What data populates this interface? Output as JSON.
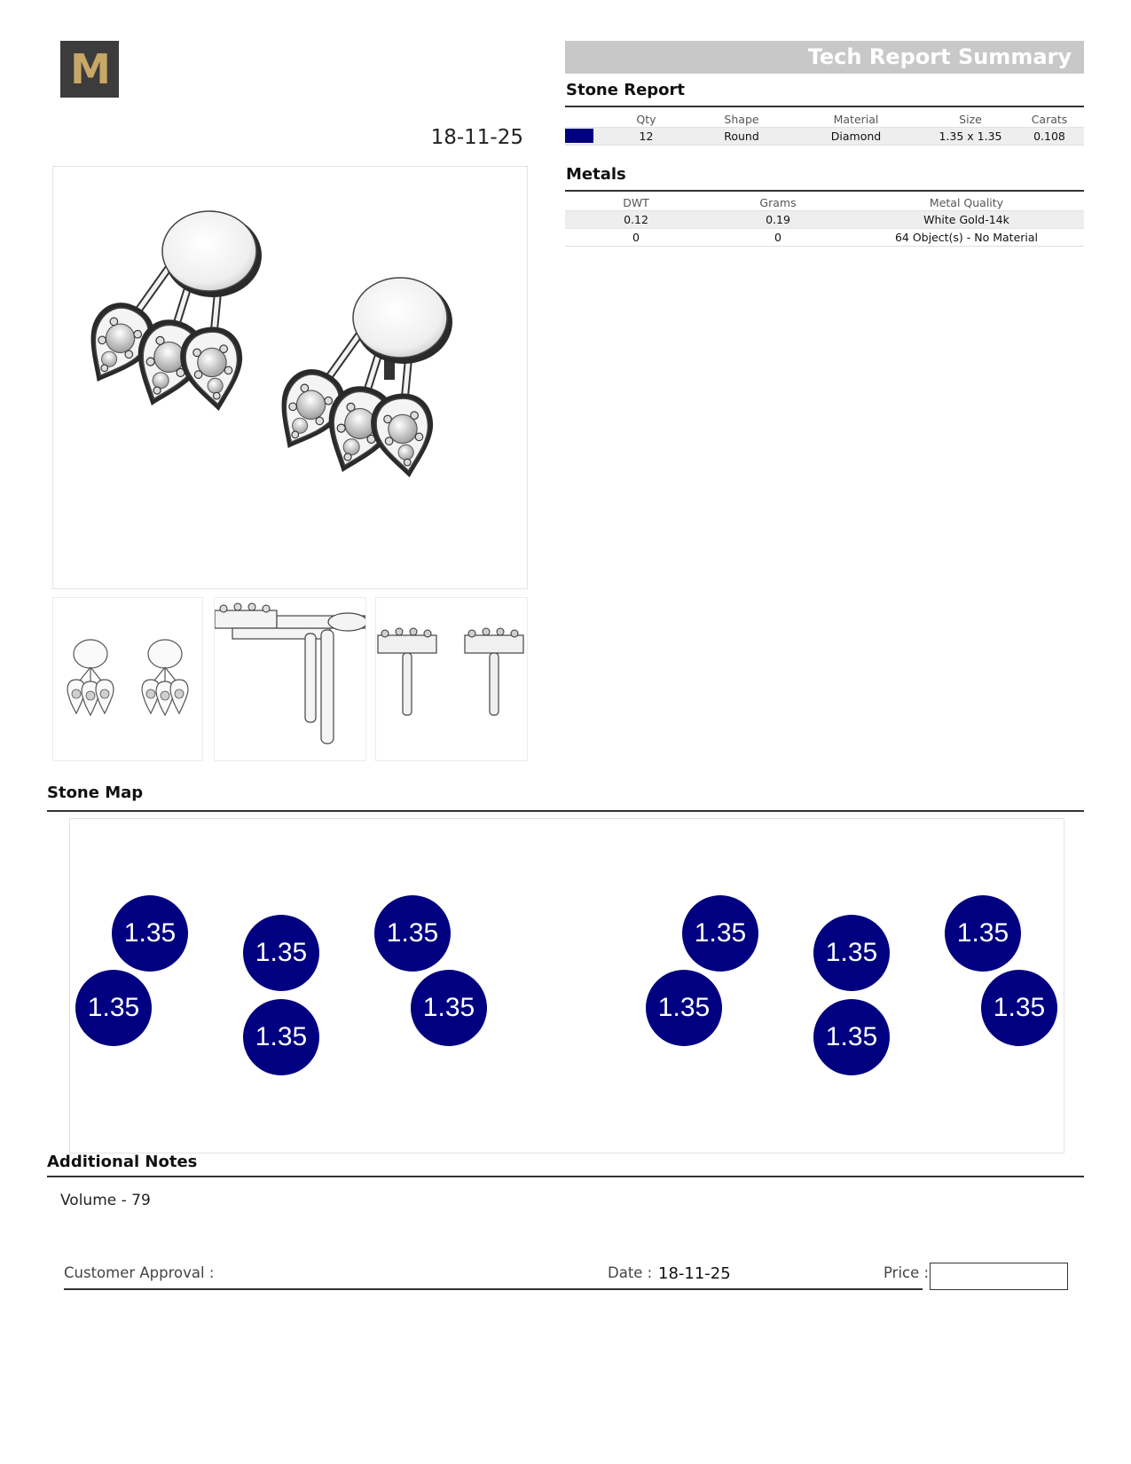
{
  "header": {
    "logo_letter": "M",
    "date": "18-11-25",
    "banner_title": "Tech Report Summary"
  },
  "stone_report": {
    "title": "Stone Report",
    "columns": [
      "Qty",
      "Shape",
      "Material",
      "Size",
      "Carats"
    ],
    "rows": [
      {
        "color": "#00007f",
        "qty": "12",
        "shape": "Round",
        "material": "Diamond",
        "size": "1.35 x 1.35",
        "carats": "0.108"
      }
    ]
  },
  "metals": {
    "title": "Metals",
    "columns": [
      "DWT",
      "Grams",
      "Metal Quality"
    ],
    "rows": [
      {
        "dwt": "0.12",
        "grams": "0.19",
        "quality": "White Gold-14k"
      },
      {
        "dwt": "0",
        "grams": "0",
        "quality": "64 Object(s) - No Material"
      }
    ]
  },
  "stone_map": {
    "title": "Stone Map",
    "stone_color": "#000080",
    "stone_labels": [
      "1.35",
      "1.35",
      "1.35",
      "1.35",
      "1.35",
      "1.35",
      "1.35",
      "1.35",
      "1.35",
      "1.35",
      "1.35",
      "1.35"
    ]
  },
  "notes": {
    "title": "Additional Notes",
    "text": "Volume - 79"
  },
  "approval": {
    "customer_label": "Customer Approval :",
    "date_label": "Date :",
    "date_value": "18-11-25",
    "price_label": "Price :"
  }
}
